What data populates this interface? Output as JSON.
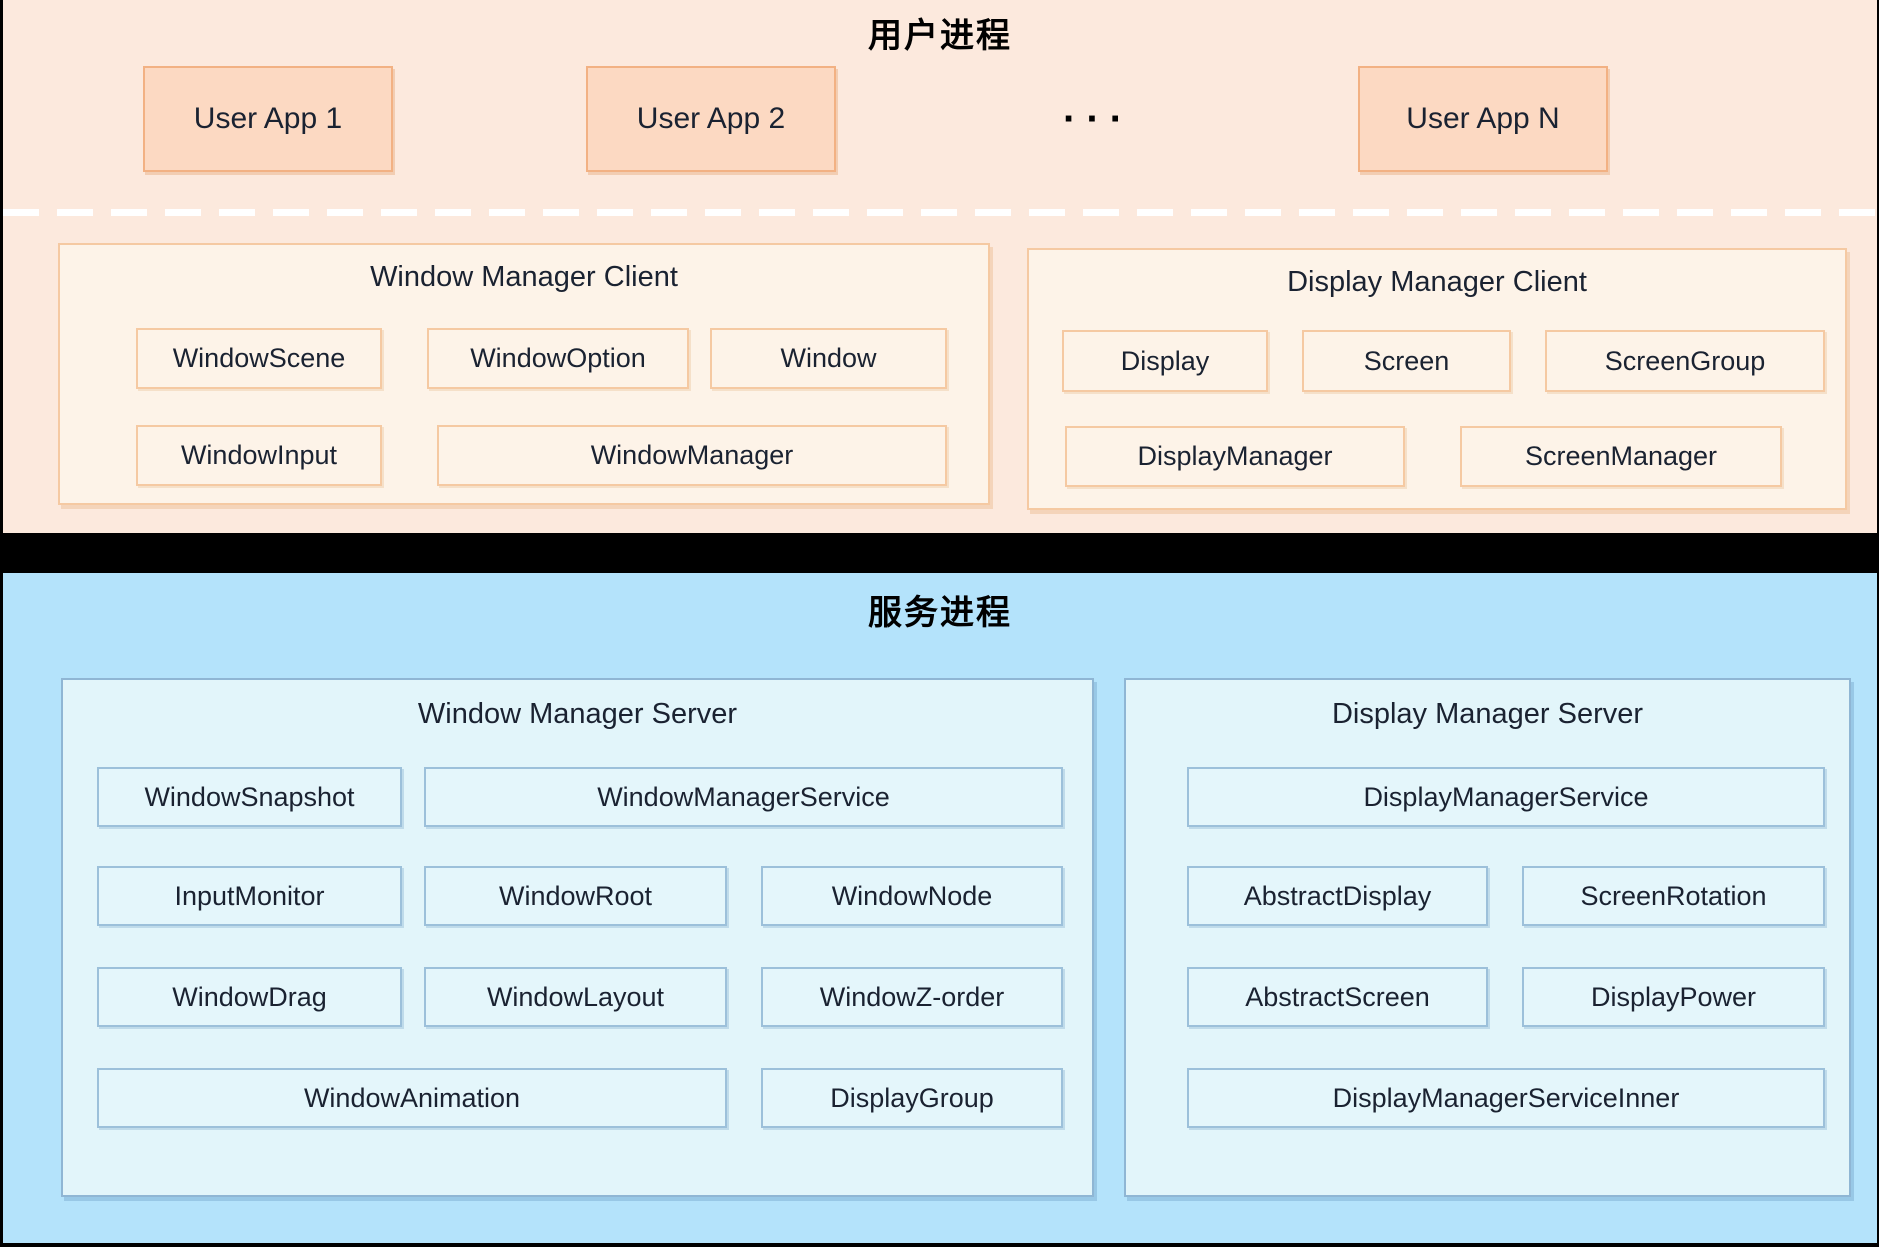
{
  "user_process": {
    "title": "用户进程",
    "apps": {
      "app1": "User App 1",
      "app2": "User App 2",
      "appN": "User App N"
    },
    "ellipsis": "···",
    "window_manager_client": {
      "title": "Window Manager Client",
      "boxes": {
        "window_scene": "WindowScene",
        "window_option": "WindowOption",
        "window": "Window",
        "window_input": "WindowInput",
        "window_manager": "WindowManager"
      }
    },
    "display_manager_client": {
      "title": "Display Manager Client",
      "boxes": {
        "display": "Display",
        "screen": "Screen",
        "screen_group": "ScreenGroup",
        "display_manager": "DisplayManager",
        "screen_manager": "ScreenManager"
      }
    }
  },
  "service_process": {
    "title": "服务进程",
    "window_manager_server": {
      "title": "Window Manager Server",
      "boxes": {
        "window_snapshot": "WindowSnapshot",
        "window_manager_service": "WindowManagerService",
        "input_monitor": "InputMonitor",
        "window_root": "WindowRoot",
        "window_node": "WindowNode",
        "window_drag": "WindowDrag",
        "window_layout": "WindowLayout",
        "window_z_order": "WindowZ-order",
        "window_animation": "WindowAnimation",
        "display_group": "DisplayGroup"
      }
    },
    "display_manager_server": {
      "title": "Display Manager Server",
      "boxes": {
        "display_manager_service": "DisplayManagerService",
        "abstract_display": "AbstractDisplay",
        "screen_rotation": "ScreenRotation",
        "abstract_screen": "AbstractScreen",
        "display_power": "DisplayPower",
        "display_manager_service_inner": "DisplayManagerServiceInner"
      }
    }
  },
  "colors": {
    "user_bg": "#fce9dd",
    "app_fill": "#fcd9c2",
    "app_border": "#f2b183",
    "client_fill": "#fdf3e8",
    "client_border": "#f5c9a2",
    "service_bg": "#b4e3fb",
    "server_fill": "#e2f5fa",
    "server_border": "#8fb6d4",
    "separator": "#000000",
    "dashed_line": "#ffffff",
    "text": "#1a2231"
  }
}
